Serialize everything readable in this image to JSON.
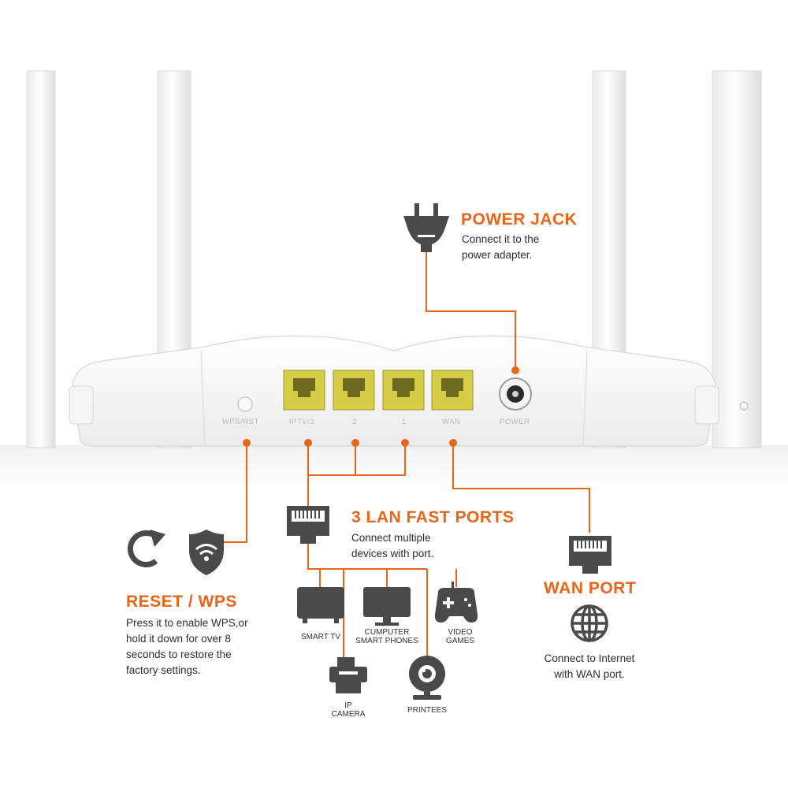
{
  "power_jack": {
    "title": "POWER JACK",
    "desc": [
      "Connect it to the",
      "power adapter."
    ]
  },
  "lan": {
    "title": "3 LAN FAST PORTS",
    "desc": [
      "Connect multiple",
      "devices with port."
    ]
  },
  "reset_wps": {
    "title": "RESET / WPS",
    "desc": [
      "Press it to enable WPS,or",
      "hold it down for over 8",
      "seconds to restore the",
      "factory settings."
    ]
  },
  "wan": {
    "title": "WAN PORT",
    "desc": [
      "Connect to Internet",
      "with WAN port."
    ]
  },
  "devices": {
    "smart_tv": [
      "SMART TV"
    ],
    "computer": [
      "CUMPUTER",
      "SMART PHONES"
    ],
    "video_games": [
      "VIDEO",
      "GAMES"
    ],
    "ip_camera": [
      "IP",
      "CAMERA"
    ],
    "printees": [
      "PRINTEES"
    ]
  },
  "router_labels": {
    "wps_rst": "WPS/RST",
    "iptv3": "IPTV/3",
    "port2": "2",
    "port1": "1",
    "wan": "WAN",
    "power": "POWER"
  },
  "colors": {
    "accent": "#e8651a",
    "icon": "#4a4a4a",
    "port_yellow": "#d8d24a",
    "router_body": "#f3f3f3"
  }
}
